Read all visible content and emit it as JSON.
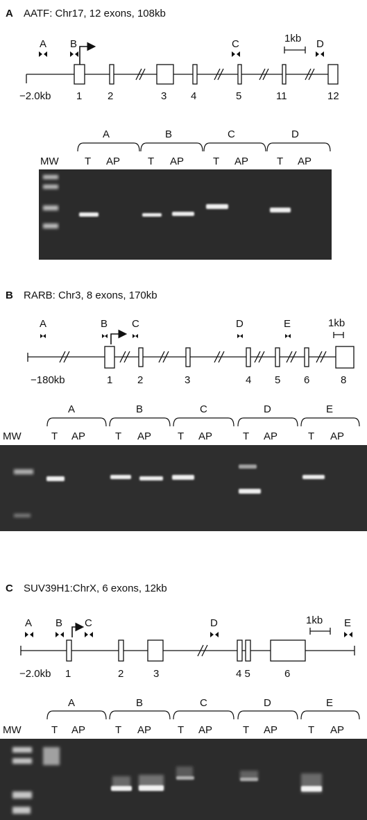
{
  "panels": [
    {
      "letter": "A",
      "title": "AATF: Chr17, 12 exons, 108kb",
      "scale_label": "1kb",
      "primers": [
        "A",
        "B",
        "C",
        "D"
      ],
      "exon_numbers": [
        "1",
        "2",
        "3",
        "4",
        "5",
        "11",
        "12"
      ],
      "upstream_label": "−2.0kb",
      "gel": {
        "mw_label": "MW",
        "groups": [
          "A",
          "B",
          "C",
          "D"
        ],
        "lane_labels": [
          "T",
          "AP"
        ],
        "band_lanes": [
          "A-T",
          "B-T",
          "B-AP",
          "C-T",
          "D-T"
        ]
      }
    },
    {
      "letter": "B",
      "title": "RARB: Chr3, 8 exons, 170kb",
      "scale_label": "1kb",
      "primers": [
        "A",
        "B",
        "C",
        "D",
        "E"
      ],
      "exon_numbers": [
        "1",
        "2",
        "3",
        "4",
        "5",
        "6",
        "8"
      ],
      "upstream_label": "−180kb",
      "gel": {
        "mw_label": "MW",
        "groups": [
          "A",
          "B",
          "C",
          "D",
          "E"
        ],
        "lane_labels": [
          "T",
          "AP"
        ],
        "band_lanes": [
          "A-T",
          "B-T",
          "B-AP",
          "C-T",
          "D-T",
          "E-T"
        ]
      }
    },
    {
      "letter": "C",
      "title": "SUV39H1:ChrX, 6 exons, 12kb",
      "scale_label": "1kb",
      "primers": [
        "A",
        "B",
        "C",
        "D",
        "E"
      ],
      "exon_numbers": [
        "1",
        "2",
        "3",
        "4 5",
        "6"
      ],
      "upstream_label": "−2.0kb",
      "gel": {
        "mw_label": "MW",
        "groups": [
          "A",
          "B",
          "C",
          "D",
          "E"
        ],
        "lane_labels": [
          "T",
          "AP"
        ],
        "band_lanes": [
          "A-T",
          "B-T",
          "B-AP",
          "C-T",
          "D-T",
          "E-T"
        ]
      }
    }
  ],
  "colors": {
    "gel_bg": "#2b2b2b",
    "band": "#f2f2f2",
    "ink": "#111111"
  }
}
